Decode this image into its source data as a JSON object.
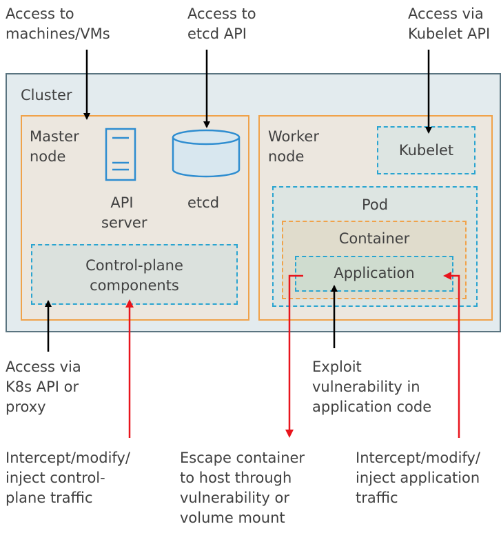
{
  "external": {
    "machines": "Access to\nmachines/VMs",
    "etcd_api": "Access to\netcd API",
    "kubelet_api": "Access via\nKubelet API"
  },
  "cluster": {
    "label": "Cluster",
    "master": {
      "label": "Master\nnode",
      "api_server": "API\nserver",
      "etcd": "etcd",
      "control_plane": "Control-plane\ncomponents"
    },
    "worker": {
      "label": "Worker\nnode",
      "kubelet": "Kubelet",
      "pod": "Pod",
      "container": "Container",
      "application": "Application"
    }
  },
  "bottom": {
    "k8s_api": "Access via\nK8s API or\nproxy",
    "exploit": "Exploit\nvulnerability in\napplication code",
    "intercept_control": "Intercept/modify/\ninject control-\nplane traffic",
    "escape": "Escape container\nto host through\nvulnerability or\nvolume mount",
    "intercept_app": "Intercept/modify/\ninject application\ntraffic"
  },
  "colors": {
    "access_arrow": "#000000",
    "attack_arrow": "#e8141c",
    "icon": "#2e8dd0"
  }
}
